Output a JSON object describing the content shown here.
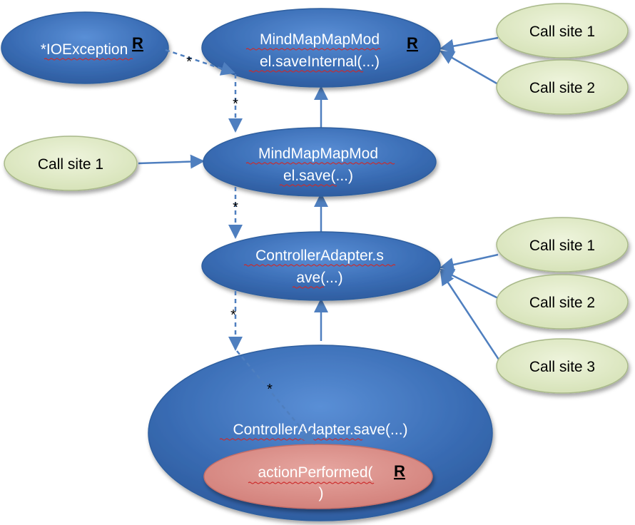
{
  "nodes": {
    "io_exception": {
      "label": "*IOException",
      "mark": "R"
    },
    "save_internal": {
      "line1": "MindMapMapMod",
      "line2": "el.saveInternal(...)",
      "mark": "R"
    },
    "save_internal_call_site_1": {
      "label": "Call site 1"
    },
    "save_internal_call_site_2": {
      "label": "Call site 2"
    },
    "save": {
      "line1": "MindMapMapMod",
      "line2": "el.save(...)"
    },
    "save_call_site_1": {
      "label": "Call site 1"
    },
    "adapter_save": {
      "line1": "ControllerAdapter.s",
      "line2": "ave(...)"
    },
    "adapter_call_site_1": {
      "label": "Call site 1"
    },
    "adapter_call_site_2": {
      "label": "Call site 2"
    },
    "adapter_call_site_3": {
      "label": "Call site 3"
    },
    "adapter_save_outer": {
      "label": "ControllerAdapter.save(...)"
    },
    "action_performed": {
      "line1": "actionPerformed(",
      "line2": ")",
      "mark": "R"
    }
  },
  "edge_marks": {
    "star_1": "*",
    "star_2": "*",
    "star_3": "*",
    "star_4": "*",
    "star_5": "*"
  },
  "colors": {
    "blue_node": "#3f72b9",
    "green_node": "#dde8c1",
    "pink_node": "#d98c86",
    "edge": "#4f7fbf"
  }
}
